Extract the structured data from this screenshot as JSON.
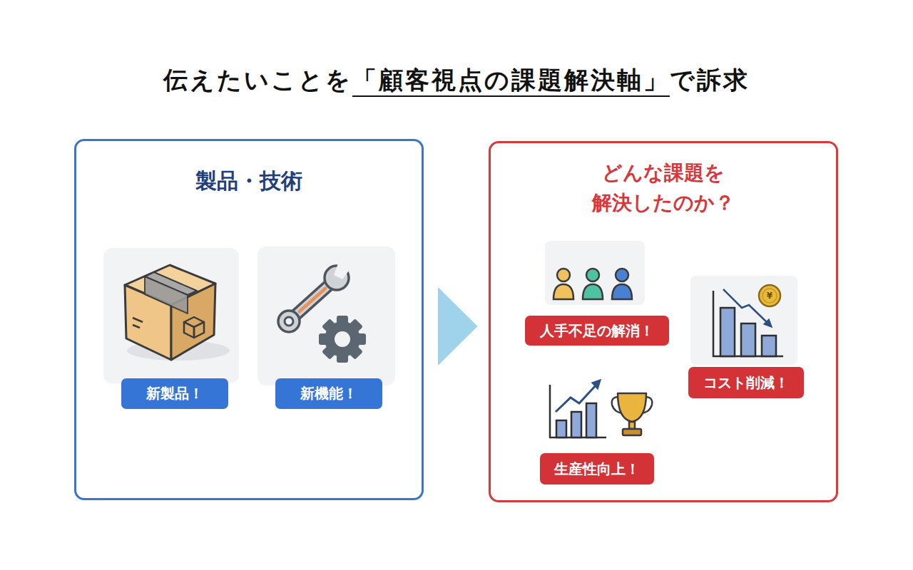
{
  "diagram": {
    "title": "伝えたいことを「顧客視点の課題解決軸」で訴求",
    "nodes": [
      {
        "text": [
          "製品・技術"
        ]
      },
      {
        "text": [
          "新製品！"
        ],
        "in": 0
      },
      {
        "text": [
          "新機能！"
        ],
        "in": 0
      },
      {
        "text": [
          "どんな課題を 解決したのか？"
        ]
      },
      {
        "text": [
          "人手不足の解消！"
        ],
        "in": 3
      },
      {
        "text": [
          "コスト削減！"
        ],
        "in": 3
      },
      {
        "text": [
          "生産性向上！"
        ],
        "in": 3
      }
    ],
    "edges": [
      {
        "from": 0,
        "to": 3,
        "arrow": "to"
      }
    ],
    "labels": [
      "¥"
    ]
  }
}
